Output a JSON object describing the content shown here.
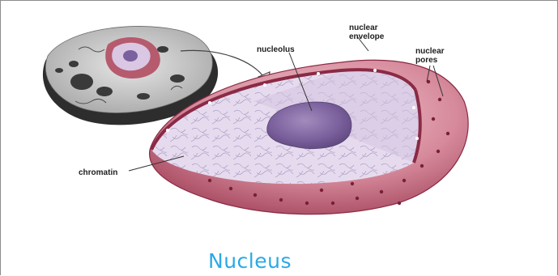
{
  "labels": {
    "nucleolus": "nucleolus",
    "nuclear_envelope_line1": "nuclear",
    "nuclear_envelope_line2": "envelope",
    "nuclear_pores_line1": "nuclear",
    "nuclear_pores_line2": "pores",
    "chromatin": "chromatin"
  },
  "title": "Nucleus",
  "colors": {
    "title": "#2aa9e6",
    "nucleus_outer": "#b65a6e",
    "nucleus_interior": "#e6dbee",
    "nucleolus": "#6f5691",
    "envelope": "#8a2a45"
  }
}
